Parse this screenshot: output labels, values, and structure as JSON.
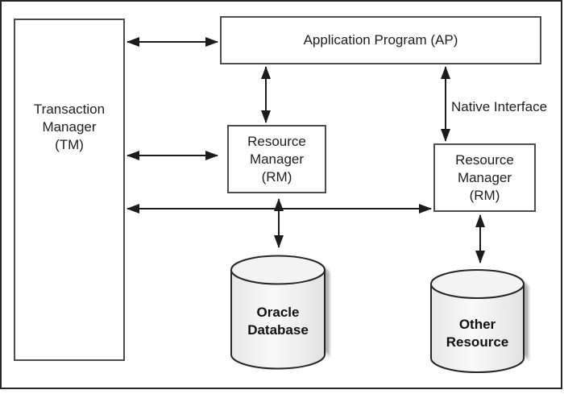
{
  "diagram": {
    "type": "architecture-block-diagram",
    "nodes": {
      "transaction_manager": {
        "lines": [
          "Transaction",
          "Manager",
          "(TM)"
        ]
      },
      "application_program": {
        "label": "Application Program (AP)"
      },
      "resource_manager_left": {
        "lines": [
          "Resource",
          "Manager",
          "(RM)"
        ]
      },
      "resource_manager_right": {
        "lines": [
          "Resource",
          "Manager",
          "(RM)"
        ]
      },
      "oracle_database": {
        "lines": [
          "Oracle",
          "Database"
        ]
      },
      "other_resource": {
        "lines": [
          "Other",
          "Resource"
        ]
      }
    },
    "edge_labels": {
      "native_interface": "Native Interface"
    },
    "connections": [
      "transaction_manager <-> application_program",
      "application_program <-> resource_manager_left",
      "application_program <-> resource_manager_right (Native Interface)",
      "transaction_manager <-> resource_manager_left",
      "transaction_manager <-> resource_manager_right",
      "resource_manager_left <-> oracle_database",
      "resource_manager_right <-> other_resource"
    ],
    "colors": {
      "background": "#ffffff",
      "box_border": "#4d4d4f",
      "outer_frame": "#262626",
      "arrow": "#1c1c1c",
      "cylinder_outline": "#262626",
      "cylinder_fill": "#ececec",
      "cylinder_shadow": "#adadad",
      "text": "#1e1e1e"
    }
  }
}
